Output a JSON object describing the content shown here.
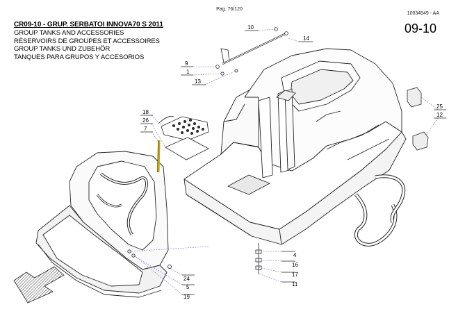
{
  "header": {
    "page_number": "Pag. 76/120",
    "doc_code": "10034549 - AA",
    "section_code": "09-10"
  },
  "titles": {
    "main": "CR09-10 - GRUP. SERBATOI INNOVA70 S 2011",
    "en": "GROUP TANKS AND ACCESSORIES",
    "fr": "RÉSERVOIRS DE GROUPES ET ACCESSOIRES",
    "de": "GROUP TANKS UND ZUBEHÖR",
    "es": "TANQUES PARA GRUPOS Y ACCESORIOS"
  },
  "callouts": {
    "c10": "10",
    "c14": "14",
    "c9": "9",
    "c1": "1",
    "c13": "13",
    "c18": "18",
    "c26": "26",
    "c7": "7",
    "c25": "25",
    "c12": "12",
    "c4": "4",
    "c16": "16",
    "c17": "17",
    "c11": "11",
    "c24": "24",
    "c5": "5",
    "c19": "19"
  }
}
